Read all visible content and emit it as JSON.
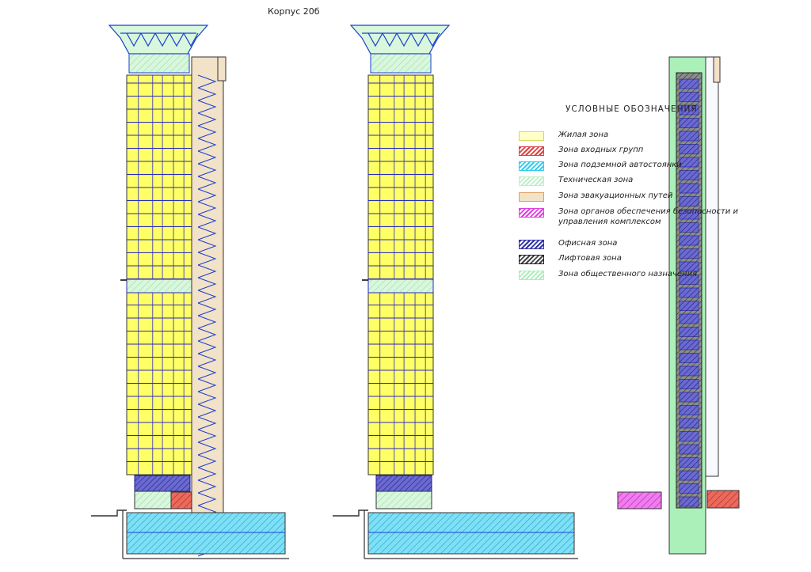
{
  "drawing": {
    "building_title": "Корпус 20б"
  },
  "legend": {
    "title": "УСЛОВНЫЕ ОБОЗНАЧЕНИЯ",
    "items": [
      {
        "label": "Жилая зона",
        "color": "#ffff66",
        "hatch": false
      },
      {
        "label": "Зона входных групп",
        "color": "#e04040",
        "hatch": true
      },
      {
        "label": "Зона подземной автостоянки",
        "color": "#33ccee",
        "hatch": true
      },
      {
        "label": "Техническая зона",
        "color": "#bff0c8",
        "hatch": true
      },
      {
        "label": "Зона эвакуационных путей",
        "color": "#f2e2c8",
        "hatch": false
      },
      {
        "label": "Зона органов обеспечения безопасности и управления комплексом",
        "color": "#e040e0",
        "hatch": true
      },
      {
        "label": "Офисная зона",
        "color": "#3333aa",
        "hatch": true
      },
      {
        "label": "Лифтовая зона",
        "color": "#444444",
        "hatch": true
      },
      {
        "label": "Зона общественного назначения",
        "color": "#aaf0b8",
        "hatch": true
      }
    ]
  }
}
